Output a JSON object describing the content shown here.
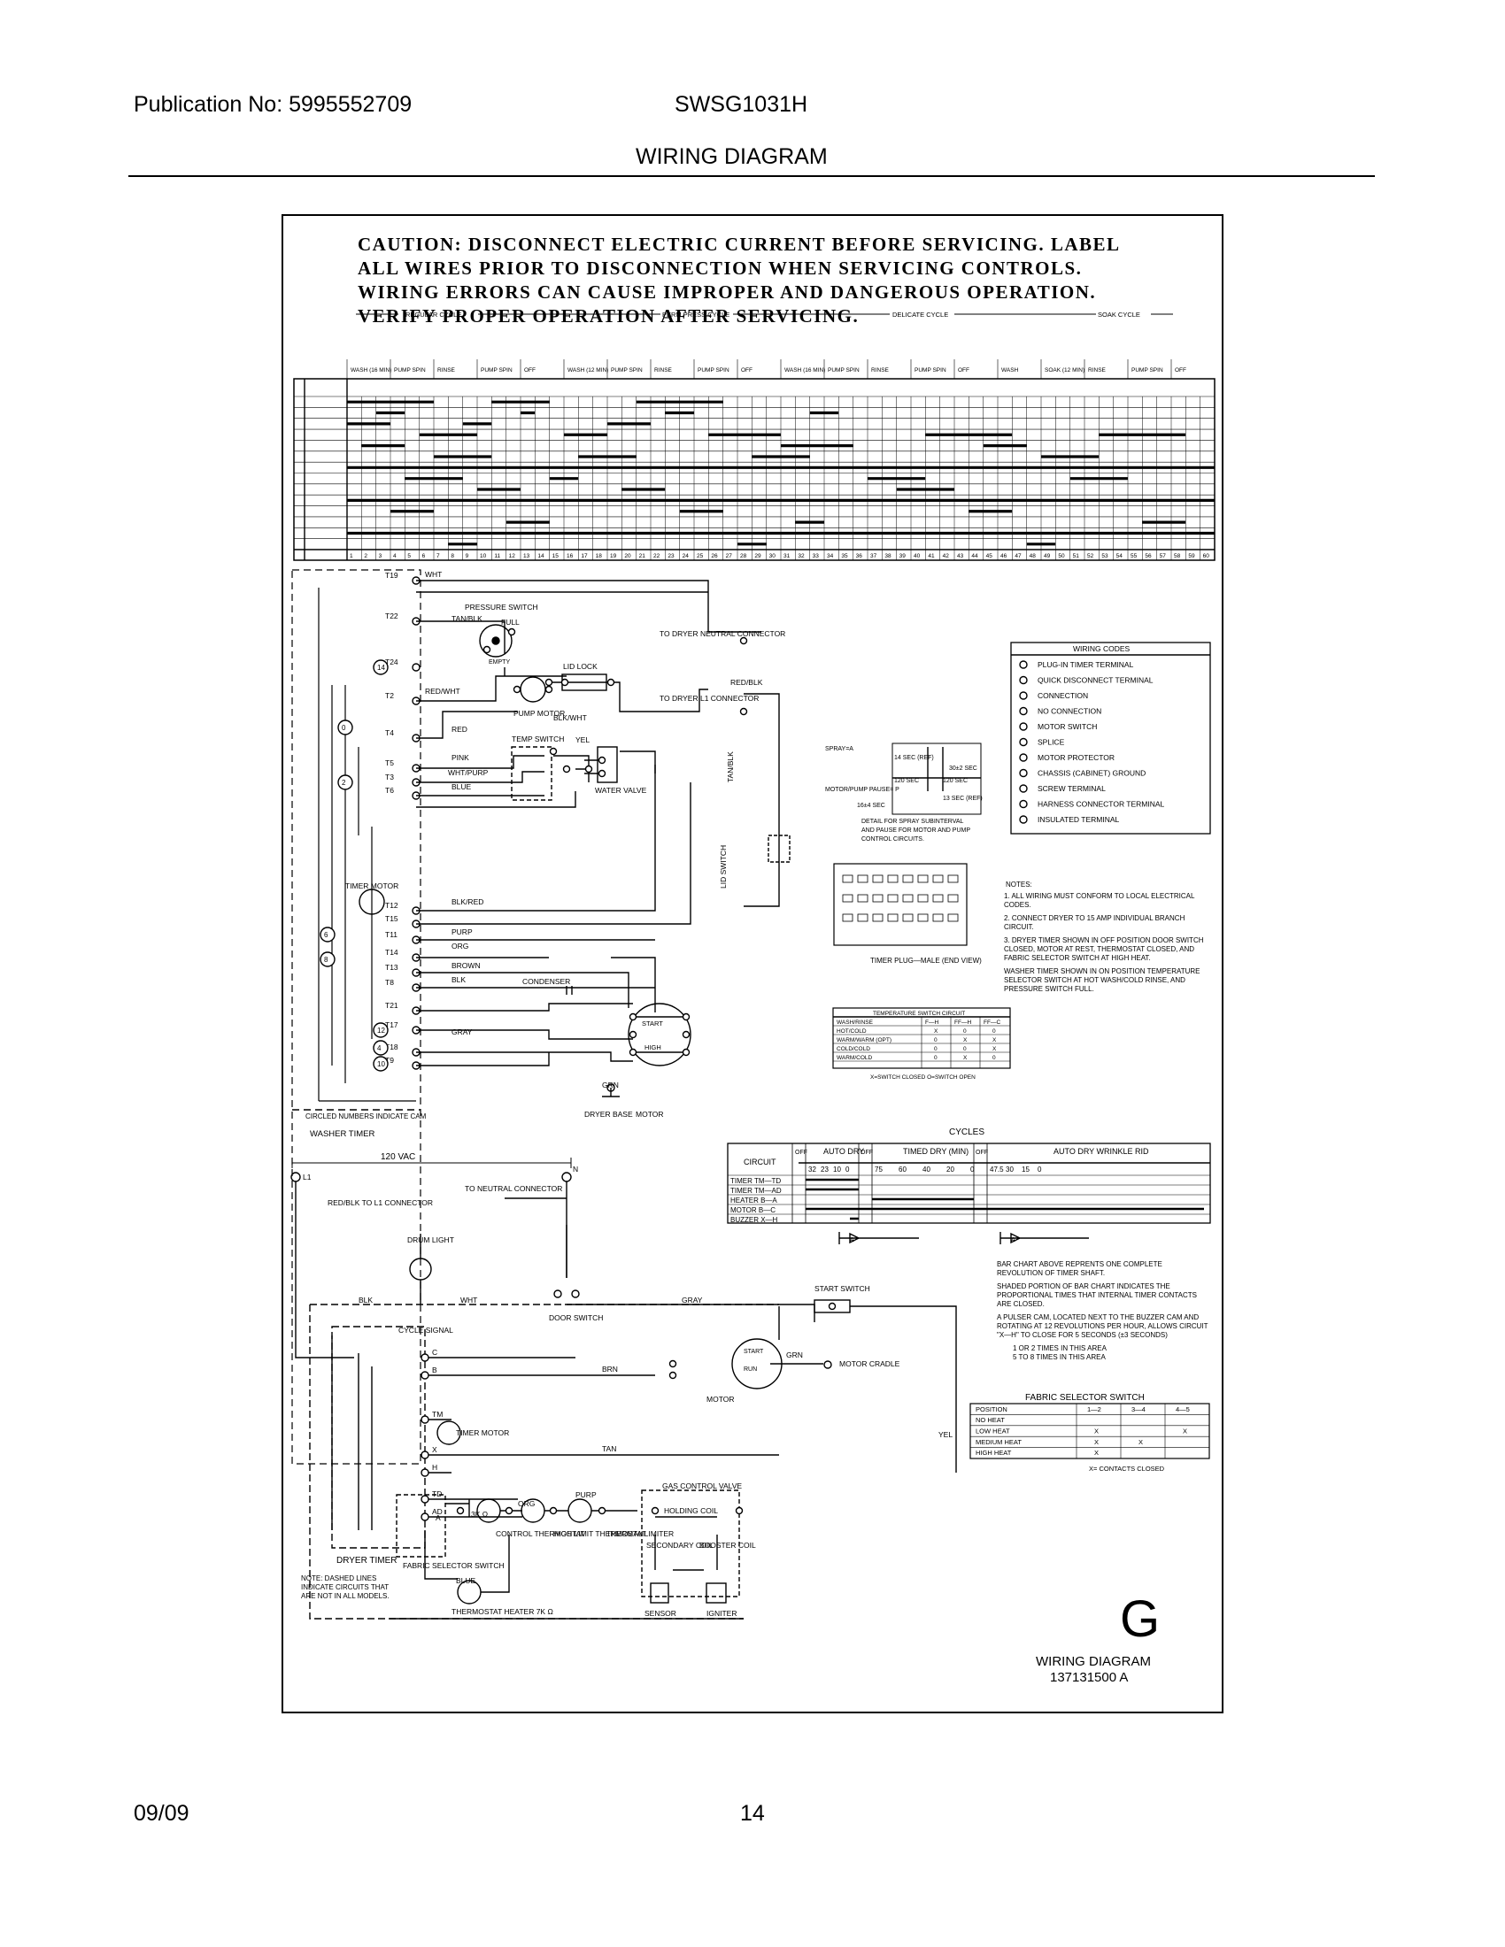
{
  "header": {
    "publication": "Publication No: 5995552709",
    "model": "SWSG1031H",
    "title": "WIRING DIAGRAM"
  },
  "footer": {
    "date": "09/09",
    "page": "14"
  },
  "caution": [
    "CAUTION: DISCONNECT ELECTRIC CURRENT BEFORE SERVICING. LABEL",
    "ALL WIRES PRIOR TO DISCONNECTION WHEN SERVICING CONTROLS.",
    "WIRING ERRORS CAN CAUSE IMPROPER AND DANGEROUS OPERATION.",
    "VERIFY PROPER OPERATION AFTER SERVICING."
  ],
  "washer_chart": {
    "cycles": [
      "REGULAR CYCLE",
      "PERM PRESS CYCLE",
      "DELICATE CYCLE",
      "SOAK CYCLE"
    ],
    "segments": [
      "WASH (16 MIN)",
      "PUMP SPIN",
      "RINSE",
      "PUMP SPIN",
      "OFF",
      "WASH (12 MIN)",
      "PUMP SPIN",
      "RINSE",
      "PUMP SPIN",
      "OFF",
      "WASH (16 MIN)",
      "PUMP SPIN",
      "RINSE",
      "PUMP SPIN",
      "OFF",
      "WASH",
      "SOAK (12 MIN)",
      "RINSE",
      "PUMP SPIN",
      "OFF"
    ]
  },
  "washer": {
    "terminals": [
      "T19",
      "T22",
      "T24",
      "T2",
      "T4",
      "T5",
      "T3",
      "T6",
      "T12",
      "T15",
      "T11",
      "T14",
      "T13",
      "T8",
      "T21",
      "T17",
      "T18",
      "T9"
    ],
    "wires": [
      "WHT",
      "TAN/BLK",
      "RED/WHT",
      "RED",
      "PINK",
      "WHT/PURP",
      "BLUE",
      "BLK/RED",
      "PURP",
      "ORG",
      "BROWN",
      "BLK",
      "GRAY",
      "GRN",
      "YEL",
      "RED/BLK",
      "BLK/WHT",
      "TAN/BLK"
    ],
    "labels": {
      "pressure_switch": "PRESSURE SWITCH",
      "full": "FULL",
      "empty": "EMPTY",
      "lid_lock": "LID LOCK",
      "pump_motor": "PUMP MOTOR",
      "temp_switch": "TEMP SWITCH",
      "water_valve": "WATER VALVE",
      "lid_switch": "LID SWITCH",
      "timer_motor": "TIMER MOTOR",
      "condenser": "CONDENSER",
      "start": "START",
      "high": "HIGH",
      "motor": "MOTOR",
      "dryer_base": "DRYER BASE",
      "circled_numbers": "CIRCLED NUMBERS INDICATE CAM",
      "washer_timer": "WASHER TIMER",
      "to_dryer_neutral": "TO DRYER NEUTRAL CONNECTOR",
      "to_dryer_l1": "TO DRYER L1 CONNECTOR"
    },
    "cams": [
      "14",
      "0",
      "2",
      "6",
      "8",
      "12",
      "4",
      "10"
    ]
  },
  "wiring_codes": {
    "title": "WIRING CODES",
    "items": [
      "PLUG-IN TIMER TERMINAL",
      "QUICK DISCONNECT TERMINAL",
      "CONNECTION",
      "NO CONNECTION",
      "MOTOR SWITCH",
      "SPLICE",
      "MOTOR PROTECTOR",
      "CHASSIS (CABINET) GROUND",
      "SCREW TERMINAL",
      "HARNESS CONNECTOR TERMINAL",
      "INSULATED TERMINAL"
    ]
  },
  "spray_detail": {
    "spray": "SPRAY=A",
    "sec14": "14 SEC (REF)",
    "sec30": "30±2 SEC",
    "sec120a": "120 SEC",
    "sec120b": "120 SEC",
    "pause": "MOTOR/PUMP PAUSE= P",
    "sec16": "16±4 SEC",
    "sec13": "13 SEC (REF)",
    "caption": [
      "DETAIL FOR SPRAY SUBINTERVAL",
      "AND PAUSE FOR MOTOR AND PUMP",
      "CONTROL CIRCUITS."
    ]
  },
  "timer_plug": {
    "caption": "TIMER PLUG—MALE (END VIEW)"
  },
  "notes": [
    "NOTES:",
    "1. ALL WIRING MUST CONFORM TO LOCAL ELECTRICAL CODES.",
    "2. CONNECT DRYER TO 15 AMP INDIVIDUAL BRANCH CIRCUIT.",
    "3. DRYER TIMER SHOWN IN OFF POSITION DOOR SWITCH CLOSED, MOTOR AT REST, THERMOSTAT CLOSED, AND FABRIC SELECTOR SWITCH AT HIGH HEAT.",
    "WASHER TIMER SHOWN IN ON POSITION TEMPERATURE SELECTOR SWITCH AT HOT WASH/COLD RINSE, AND PRESSURE SWITCH FULL."
  ],
  "temp_table": {
    "title": "TEMPERATURE SWITCH CIRCUIT",
    "headers": [
      "WASH/RINSE",
      "F—H",
      "FF—H",
      "FF—C"
    ],
    "rows": [
      [
        "HOT/COLD",
        "X",
        "0",
        "0"
      ],
      [
        "WARM/WARM (OPT)",
        "0",
        "X",
        "X"
      ],
      [
        "COLD/COLD",
        "0",
        "0",
        "X"
      ],
      [
        "WARM/COLD",
        "0",
        "X",
        "0"
      ]
    ],
    "legend": "X=SWITCH CLOSED    O=SWITCH OPEN"
  },
  "dryer_chart": {
    "cycles": "CYCLES",
    "circuit": "CIRCUIT",
    "groups": [
      "OFF",
      "AUTO DRY",
      "OFF",
      "TIMED DRY (MIN)",
      "OFF",
      "AUTO DRY WRINKLE RID"
    ],
    "auto_ticks": [
      "32",
      "23",
      "10",
      "0"
    ],
    "timed_ticks": [
      "75",
      "60",
      "40",
      "20",
      "0"
    ],
    "rid_ticks": [
      "47.5",
      "30",
      "15",
      "0"
    ],
    "rows": [
      "TIMER  TM—TD",
      "TIMER  TM—AD",
      "HEATER  B—A",
      "MOTOR  B—C",
      "BUZZER  X—H"
    ],
    "marker_a": "A",
    "marker_b": "B"
  },
  "bar_notes": [
    "BAR CHART ABOVE REPRENTS ONE COMPLETE REVOLUTION OF TIMER SHAFT.",
    "SHADED PORTION OF BAR CHART INDICATES THE PROPORTIONAL TIMES THAT INTERNAL TIMER CONTACTS ARE CLOSED.",
    "A PULSER CAM, LOCATED NEXT TO THE BUZZER CAM AND ROTATING AT 12 REVOLUTIONS PER HOUR, ALLOWS CIRCUIT \"X—H\" TO CLOSE FOR 5 SECONDS (±3 SECONDS)",
    "1 OR 2 TIMES IN THIS AREA",
    "5 TO 8 TIMES IN THIS AREA"
  ],
  "fabric_table": {
    "title": "FABRIC SELECTOR SWITCH",
    "headers": [
      "POSITION",
      "1—2",
      "3—4",
      "4—5"
    ],
    "rows": [
      [
        "NO HEAT",
        "",
        "",
        ""
      ],
      [
        "LOW HEAT",
        "X",
        "",
        "X"
      ],
      [
        "MEDIUM HEAT",
        "X",
        "X",
        ""
      ],
      [
        "HIGH HEAT",
        "X",
        "",
        ""
      ]
    ],
    "legend": "X= CONTACTS CLOSED"
  },
  "dryer": {
    "vac": "120 VAC",
    "l1": "L1",
    "n": "N",
    "labels": {
      "to_neutral": "TO NEUTRAL CONNECTOR",
      "to_l1": "RED/BLK TO L1 CONNECTOR",
      "drum_light": "DRUM LIGHT",
      "door_switch": "DOOR SWITCH",
      "start_switch": "START SWITCH",
      "cycle_signal": "CYCLE SIGNAL",
      "timer_motor": "TIMER MOTOR",
      "motor": "MOTOR",
      "motor_cradle": "MOTOR CRADLE",
      "dryer_timer": "DRYER TIMER",
      "control_thermostat": "CONTROL THERMOSTAT",
      "high_limit": "HIGH LIMIT THERMOSTAT",
      "thermal_limiter": "THERMAL LIMITER",
      "gas_valve": "GAS CONTROL VALVE",
      "holding_coil": "HOLDING COIL",
      "secondary_coil": "SECONDARY COIL",
      "booster_coil": "BOOSTER COIL",
      "sensor": "SENSOR",
      "igniter": "IGNITER",
      "fabric_selector": "FABRIC SELECTOR SWITCH",
      "thermostat_heater": "THERMOSTAT HEATER 7K Ω",
      "resistor": "3K Ω",
      "run": "RUN",
      "start": "START"
    },
    "wires": [
      "BLK",
      "WHT",
      "GRAY",
      "BRN",
      "GRN",
      "TAN",
      "YEL",
      "ORG",
      "PURP",
      "BLUE"
    ],
    "timer_terminals": [
      "C",
      "B",
      "TM",
      "X",
      "H",
      "TD",
      "AD",
      "A"
    ],
    "note": "NOTE: DASHED LINES INDICATE CIRCUITS THAT ARE NOT IN ALL MODELS."
  },
  "title_block": {
    "letter": "G",
    "label": "WIRING DIAGRAM",
    "number": "137131500 A"
  }
}
